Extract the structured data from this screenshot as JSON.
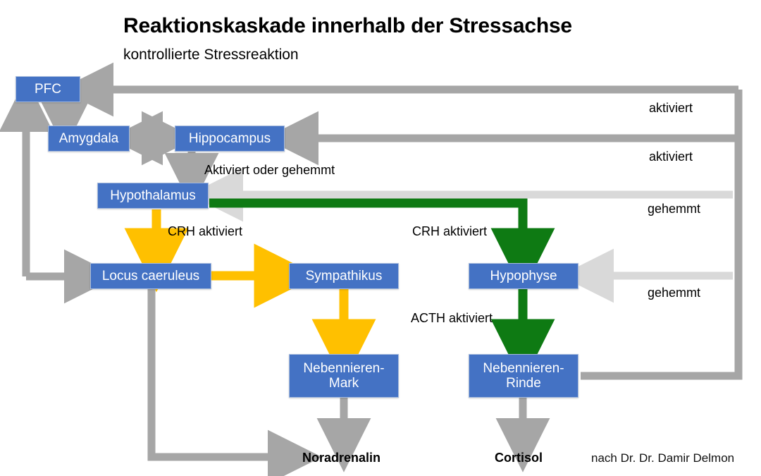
{
  "header": {
    "title": "Reaktionskaskade innerhalb der Stressachse",
    "subtitle": "kontrollierte Stressreaktion"
  },
  "credit": "nach Dr. Dr. Damir Delmon",
  "colors": {
    "node_fill": "#4472C4",
    "node_border": "#A8BCDD",
    "node_text": "#FFFFFF",
    "arrow_gray": "#A6A6A6",
    "arrow_light_gray": "#D9D9D9",
    "arrow_yellow": "#FFC000",
    "arrow_green": "#0E7A13",
    "background": "#FFFFFF",
    "text": "#000000"
  },
  "nodes": [
    {
      "id": "pfc",
      "label": "PFC"
    },
    {
      "id": "amygdala",
      "label": "Amygdala"
    },
    {
      "id": "hippocampus",
      "label": "Hippocampus"
    },
    {
      "id": "hypothalamus",
      "label": "Hypothalamus"
    },
    {
      "id": "locus",
      "label": "Locus caeruleus"
    },
    {
      "id": "sympathikus",
      "label": "Sympathikus"
    },
    {
      "id": "hypophyse",
      "label": "Hypophyse"
    },
    {
      "id": "nn_mark",
      "label": "Nebennieren-\nMark"
    },
    {
      "id": "nn_rinde",
      "label": "Nebennieren-\nRinde"
    }
  ],
  "node_labels": {
    "pfc": "PFC",
    "amygdala": "Amygdala",
    "hippocampus": "Hippocampus",
    "hypothalamus": "Hypothalamus",
    "locus": "Locus caeruleus",
    "sympathikus": "Sympathikus",
    "hypophyse": "Hypophyse",
    "nn_mark_line1": "Nebennieren-",
    "nn_mark_line2": "Mark",
    "nn_rinde_line1": "Nebennieren-",
    "nn_rinde_line2": "Rinde"
  },
  "outputs": {
    "noradrenalin": "Noradrenalin",
    "cortisol": "Cortisol"
  },
  "edge_labels": {
    "hippocampus_hypothalamus": "Aktiviert oder gehemmt",
    "crh_left": "CRH aktiviert",
    "crh_right": "CRH aktiviert",
    "acth": "ACTH aktiviert",
    "feedback_1": "aktiviert",
    "feedback_2": "aktiviert",
    "feedback_3": "gehemmt",
    "feedback_4": "gehemmt"
  },
  "edges": [
    {
      "from": "cortisol_loop",
      "to": "pfc",
      "label": "aktiviert",
      "color": "gray"
    },
    {
      "from": "cortisol_loop",
      "to": "hippocampus",
      "label": "aktiviert",
      "color": "gray"
    },
    {
      "from": "cortisol_loop",
      "to": "hypothalamus",
      "label": "gehemmt",
      "color": "light-gray"
    },
    {
      "from": "cortisol_loop",
      "to": "hypophyse",
      "label": "gehemmt",
      "color": "light-gray"
    },
    {
      "from": "pfc",
      "to": "amygdala",
      "label": "",
      "color": "gray"
    },
    {
      "from": "amygdala",
      "to": "hippocampus",
      "label": "",
      "color": "gray",
      "bidirectional": true
    },
    {
      "from": "hippocampus",
      "to": "hypothalamus",
      "label": "Aktiviert oder gehemmt",
      "color": "gray"
    },
    {
      "from": "hypothalamus",
      "to": "locus",
      "label": "CRH aktiviert",
      "color": "yellow"
    },
    {
      "from": "hypothalamus",
      "to": "hypophyse",
      "label": "CRH aktiviert",
      "color": "green"
    },
    {
      "from": "locus",
      "to": "sympathikus",
      "label": "",
      "color": "yellow"
    },
    {
      "from": "sympathikus",
      "to": "nn_mark",
      "label": "",
      "color": "yellow"
    },
    {
      "from": "hypophyse",
      "to": "nn_rinde",
      "label": "ACTH aktiviert",
      "color": "green"
    },
    {
      "from": "nn_mark",
      "to": "noradrenalin",
      "label": "",
      "color": "gray"
    },
    {
      "from": "nn_rinde",
      "to": "cortisol",
      "label": "",
      "color": "gray"
    },
    {
      "from": "locus",
      "to": "noradrenalin",
      "label": "",
      "color": "gray"
    },
    {
      "from": "noradrenalin_loop",
      "to": "pfc",
      "label": "",
      "color": "gray"
    },
    {
      "from": "noradrenalin_loop",
      "to": "locus",
      "label": "",
      "color": "gray"
    }
  ]
}
